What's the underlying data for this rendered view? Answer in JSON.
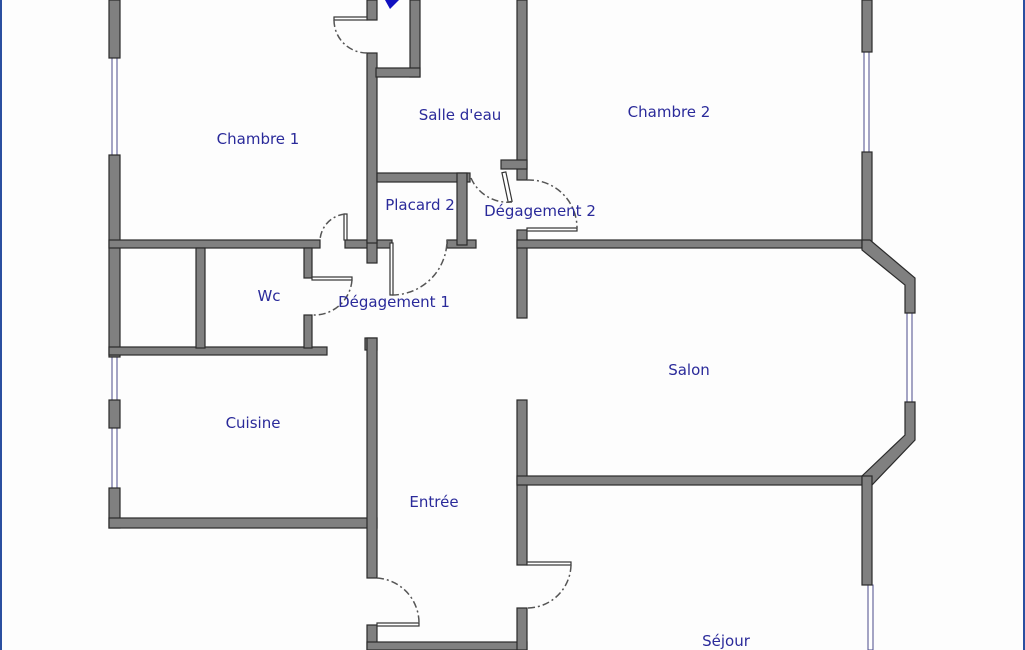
{
  "plan": {
    "rooms": {
      "chambre1": "Chambre 1",
      "salle_eau": "Salle d'eau",
      "chambre2": "Chambre 2",
      "placard2": "Placard 2",
      "degagement2": "Dégagement 2",
      "wc": "Wc",
      "degagement1": "Dégagement 1",
      "salon": "Salon",
      "cuisine": "Cuisine",
      "entree": "Entrée",
      "sejour": "Séjour"
    },
    "colors": {
      "wall": "#808080",
      "label": "#2a2a9a",
      "border": "#2a4fa0"
    }
  }
}
